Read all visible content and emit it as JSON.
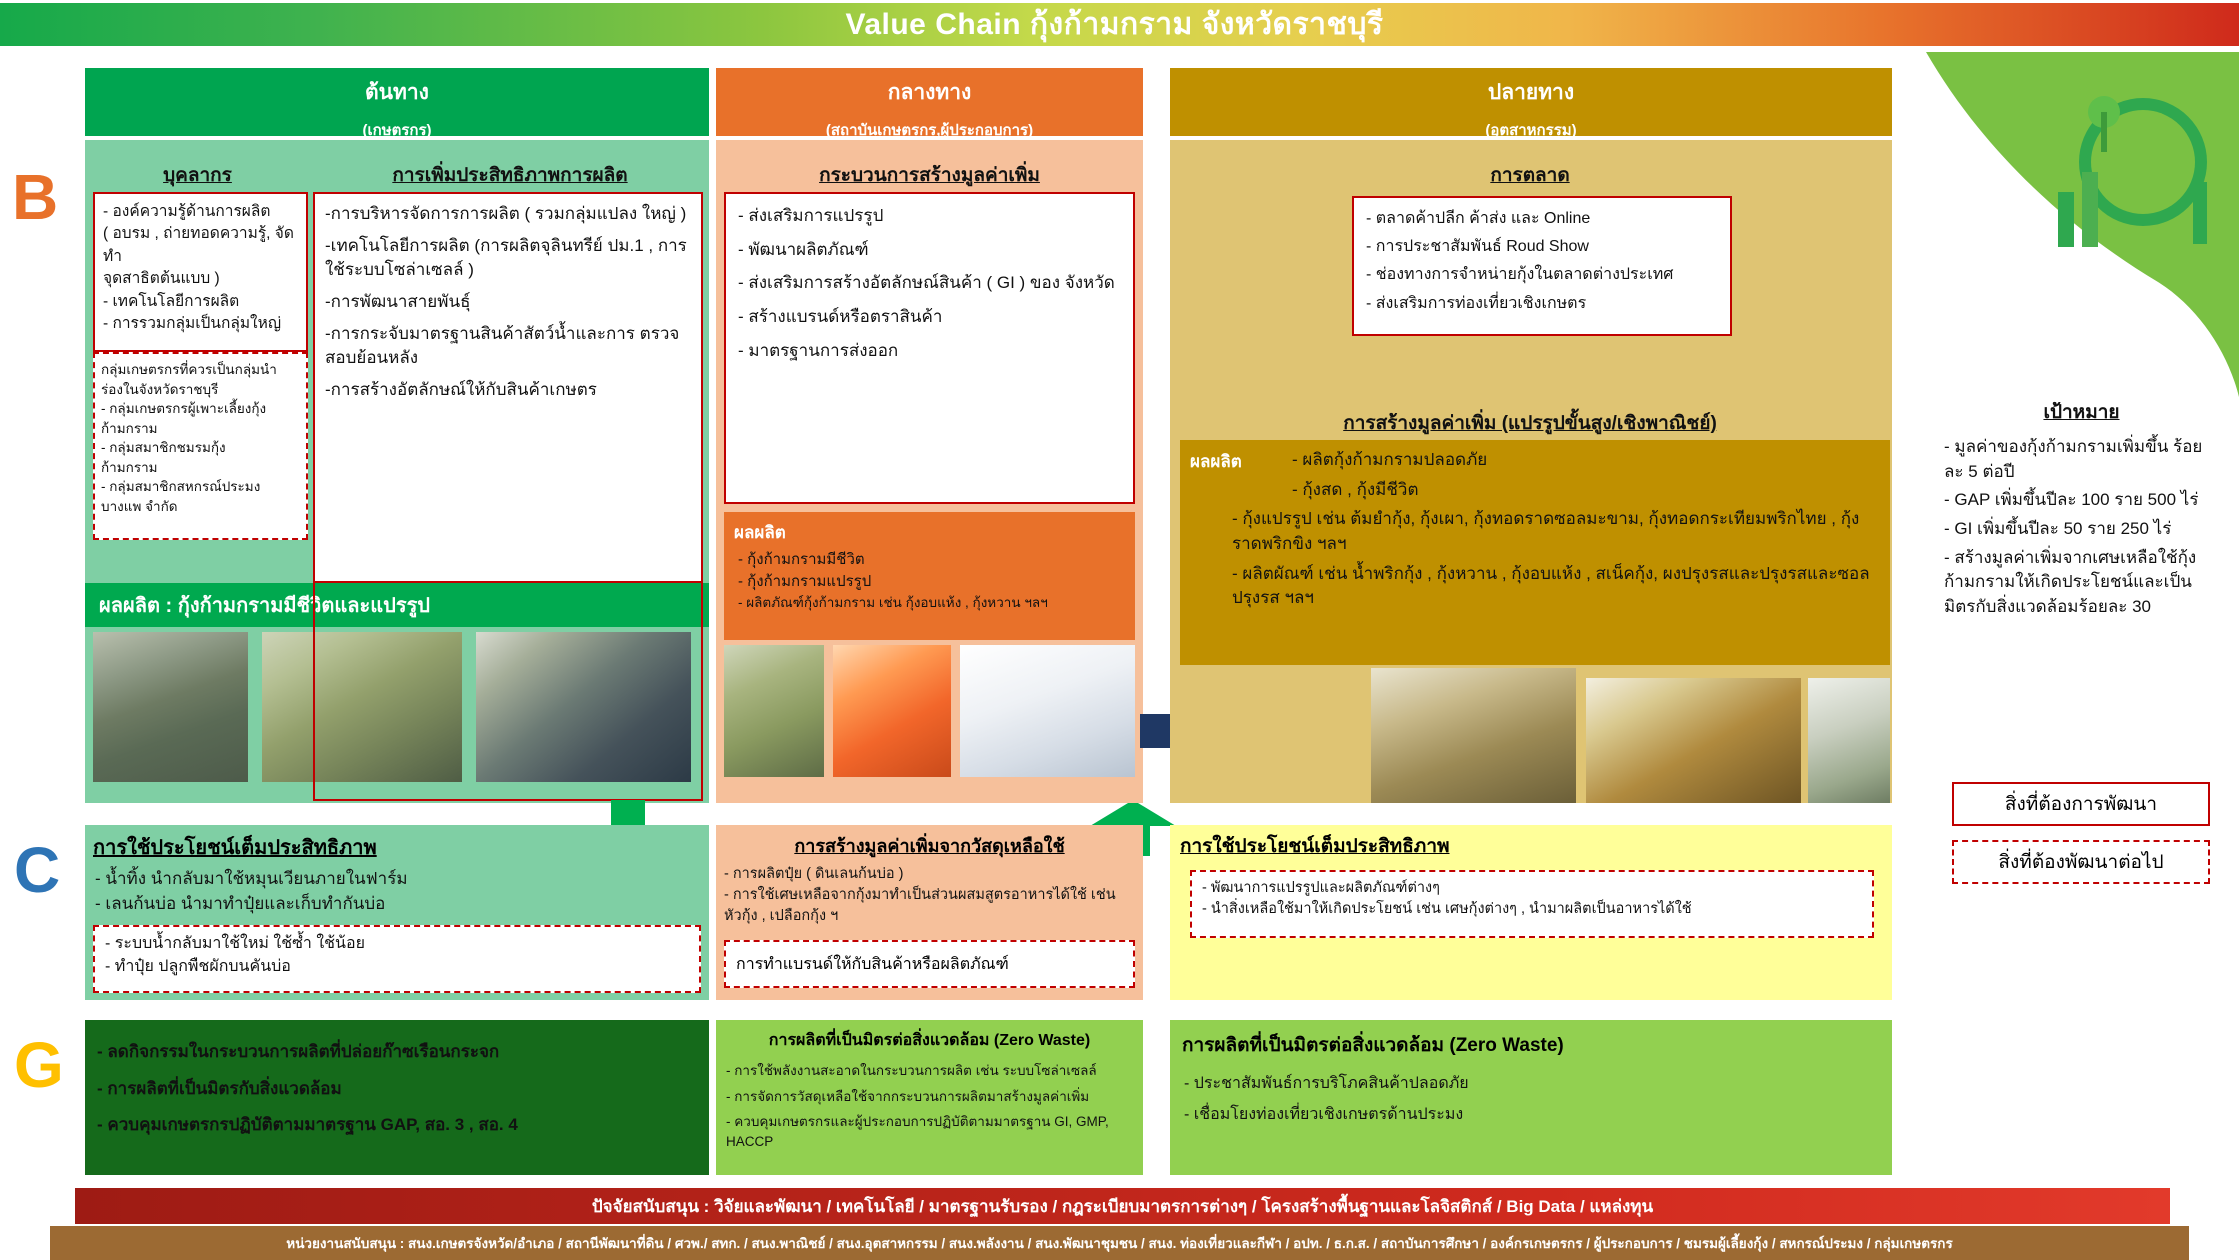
{
  "title": "Value Chain กุ้งก้ามกราม จังหวัดราชบุรี",
  "letters": {
    "b": "B",
    "c": "C",
    "g": "G"
  },
  "columns": [
    {
      "id": "upstream",
      "head": "ต้นทาง",
      "sub": "(เกษตรกร)",
      "color": "#00A550"
    },
    {
      "id": "midstream",
      "head": "กลางทาง",
      "sub": "(สถาบันเกษตรกร,ผู้ประกอบการ)",
      "color": "#E8712A"
    },
    {
      "id": "downstream",
      "head": "ปลายทาง",
      "sub": "(อุตสาหกรรม)",
      "color": "#BF9000"
    }
  ],
  "upstream": {
    "personnel": {
      "title": "บุคลากร",
      "items": [
        "- องค์ความรู้ด้านการผลิต",
        "( อบรม , ถ่ายทอดความรู้, จัดทำ",
        "จุดสาธิตต้นแบบ )",
        "- เทคโนโลยีการผลิต",
        "- การรวมกลุ่มเป็นกลุ่มใหญ่"
      ],
      "dashed_items": [
        "กลุ่มเกษตรกรที่ควรเป็นกลุ่มนำ",
        "ร่องในจังหวัดราชบุรี",
        "- กลุ่มเกษตรกรผู้เพาะเลี้ยงกุ้ง",
        "ก้ามกราม",
        "- กลุ่มสมาชิกชมรมกุ้ง",
        "ก้ามกราม",
        "- กลุ่มสมาชิกสหกรณ์ประมง",
        "บางแพ จำกัด"
      ]
    },
    "efficiency": {
      "title": "การเพิ่มประสิทธิภาพการผลิต",
      "items": [
        "-การบริหารจัดการการผลิต ( รวมกลุ่มแปลง ใหญ่ )",
        "-เทคโนโลยีการผลิต (การผลิตจุลินทรีย์ ปม.1 , การใช้ระบบโซล่าเซลล์ )",
        "-การพัฒนาสายพันธุ์",
        "-การกระจับมาตรฐานสินค้าสัตว์น้ำและการ ตรวจสอบย้อนหลัง",
        "-การสร้างอัตลักษณ์ให้กับสินค้าเกษตร"
      ]
    },
    "output_banner": "ผลผลิต : กุ้งก้ามกรามมีชีวิตและแปรรูป"
  },
  "midstream": {
    "valueadd": {
      "title": "กระบวนการสร้างมูลค่าเพิ่ม",
      "items": [
        "- ส่งเสริมการแปรรูป",
        "- พัฒนาผลิตภัณฑ์",
        "- ส่งเสริมการสร้างอัตลักษณ์สินค้า ( GI ) ของ จังหวัด",
        "- สร้างแบรนด์หรือตราสินค้า",
        "- มาตรฐานการส่งออก"
      ]
    },
    "output": {
      "title": "ผลผลิต",
      "items": [
        "- กุ้งก้ามกรามมีชีวิต",
        "- กุ้งก้ามกรามแปรรูป",
        "- ผลิตภัณฑ์กุ้งก้ามกราม เช่น กุ้งอบแห้ง , กุ้งหวาน ฯลฯ"
      ]
    }
  },
  "downstream": {
    "marketing": {
      "title": "การตลาด",
      "items": [
        "- ตลาดค้าปลีก ค้าส่ง และ Online",
        "- การประชาสัมพันธ์  Roud Show",
        "- ช่องทางการจำหน่ายกุ้งในตลาดต่างประเทศ",
        "- ส่งเสริมการท่องเที่ยวเชิงเกษตร"
      ]
    },
    "valueadd": {
      "title": "การสร้างมูลค่าเพิ่ม (แปรรูปขั้นสูง/เชิงพาณิชย์)",
      "label": "ผลผลิต",
      "items": [
        "-  ผลิตกุ้งก้ามกรามปลอดภัย",
        "-  กุ้งสด , กุ้งมีชีวิต",
        "-  กุ้งแปรรูป เช่น ต้มยำกุ้ง, กุ้งเผา, กุ้งทอดราดซอลมะขาม, กุ้งทอดกระเทียมพริกไทย , กุ้งราดพริกขิง ฯลฯ",
        "-  ผลิตผัณฑ์ เช่น น้ำพริกกุ้ง , กุ้งหวาน , กุ้งอบแห้ง , สเน็คกุ้ง, ผงปรุงรสและปรุงรสและซอลปรุงรส ฯลฯ"
      ]
    }
  },
  "row_c": {
    "left": {
      "title": "การใช้ประโยชน์เต็มประสิทธิภาพ",
      "items": [
        "- น้ำทิ้ง นำกลับมาใช้หมุนเวียนภายในฟาร์ม",
        "- เลนก้นบ่อ นำมาทำปุ๋ยและเก็บทำกันบ่อ"
      ],
      "dashed_items": [
        "- ระบบน้ำกลับมาใช้ใหม่  ใช้ซ้ำ  ใช้น้อย",
        "- ทำปุ๋ย ปลูกพืชผักบนคันบ่อ"
      ]
    },
    "mid": {
      "title": "การสร้างมูลค่าเพิ่มจากวัสดุเหลือใช้",
      "items": [
        "- การผลิตปุ๋ย ( ดินเลนก้นบ่อ )",
        "- การใช้เศษเหลือจากกุ้งมาทำเป็นส่วนผสมสูตรอาหารได้ใช้ เช่น หัวกุ้ง , เปลือกกุ้ง ฯ"
      ],
      "dashed_items": [
        "การทำแบรนด์ให้กับสินค้าหรือผลิตภัณฑ์"
      ]
    },
    "right": {
      "title": "การใช้ประโยชน์เต็มประสิทธิภาพ",
      "dashed_items": [
        "- พัฒนาการแปรรูปและผลิตภัณฑ์ต่างๆ",
        "- นำสิ่งเหลือใช้มาให้เกิดประโยชน์ เช่น เศษกุ้งต่างๆ , นำมาผลิตเป็นอาหารได้ใช้"
      ]
    }
  },
  "row_g": {
    "left": [
      "- ลดกิจกรรมในกระบวนการผลิตที่ปล่อยก๊าซเรือนกระจก",
      "- การผลิตที่เป็นมิตรกับสิ่งแวดล้อม",
      "- ควบคุมเกษตรกรปฏิบัติตามมาตรฐาน GAP, สอ. 3 , สอ. 4"
    ],
    "mid": {
      "title": "การผลิตที่เป็นมิตรต่อสิ่งแวดล้อม (Zero Waste)",
      "items": [
        "- การใช้พลังงานสะอาดในกระบวนการผลิต เช่น ระบบโซล่าเซลล์",
        "- การจัดการวัสดุเหลือใช้จากกระบวนการผลิตมาสร้างมูลค่าเพิ่ม",
        "- ควบคุมเกษตรกรและผู้ประกอบการปฏิบัติตามมาตรฐาน GI, GMP, HACCP"
      ]
    },
    "right": {
      "title": "การผลิตที่เป็นมิตรต่อสิ่งแวดล้อม (Zero Waste)",
      "items": [
        "- ประชาสัมพันธ์การบริโภคสินค้าปลอดภัย",
        "- เชื่อมโยงท่องเที่ยวเชิงเกษตรด้านประมง"
      ]
    }
  },
  "goal": {
    "title": "เป้าหมาย",
    "items": [
      "- มูลค่าของกุ้งก้ามกรามเพิ่มขึ้น ร้อยละ 5 ต่อปี",
      "- GAP เพิ่มขึ้นปีละ 100 ราย 500 ไร่",
      "- GI เพิ่มขึ้นปีละ 50 ราย 250 ไร่",
      "- สร้างมูลค่าเพิ่มจากเศษเหลือใช้กุ้งก้ามกรามให้เกิดประโยชน์และเป็นมิตรกับสิ่งแวดล้อมร้อยละ 30"
    ],
    "legend_solid": "สิ่งที่ต้องการพัฒนา",
    "legend_dashed": "สิ่งที่ต้องพัฒนาต่อไป"
  },
  "footer": {
    "support": "ปัจจัยสนับสนุน : วิจัยและพัฒนา / เทคโนโลยี / มาตรฐานรับรอง / กฎระเบียบมาตรการต่างๆ / โครงสร้างพื้นฐานและโลจิสติกส์ / Big Data / แหล่งทุน",
    "agencies": "หน่วยงานสนับสนุน : สนง.เกษตรจังหวัด/อำเภอ / สถานีพัฒนาที่ดิน / ศวพ./ สทก. / สนง.พาณิชย์ / สนง.อุตสาหกรรม / สนง.พลังงาน / สนง.พัฒนาชุมชน / สนง. ท่องเที่ยวและกีฬา / อปท. / ธ.ก.ส. / สถาบันการศึกษา / องค์กรเกษตรกร / ผู้ประกอบการ / ชมรมผู้เลี้ยงกุ้ง / สหกรณ์ประมง / กลุ่มเกษตรกร"
  },
  "colors": {
    "green_dark": "#00A550",
    "green_light": "#7FCFA4",
    "orange": "#E8712A",
    "orange_light": "#F6C09B",
    "gold": "#BF9000",
    "gold_light": "#DFC473",
    "yellow": "#FFFF99",
    "green_banner": "#00A94F",
    "dark_green": "#156A1B",
    "light_green": "#92D050",
    "red": "#C00000",
    "navy": "#1F3864"
  }
}
